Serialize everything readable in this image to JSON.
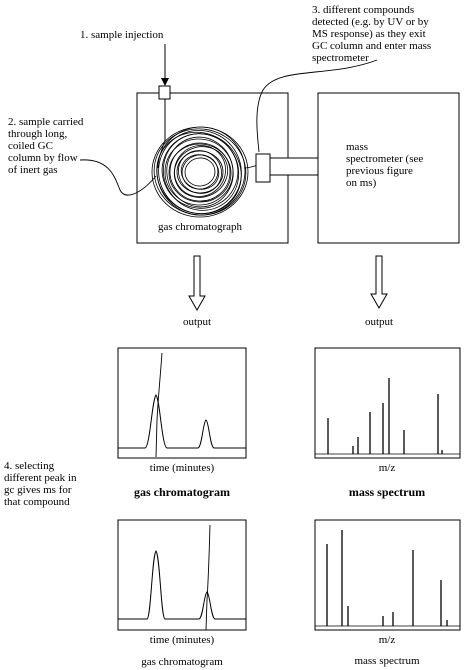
{
  "callouts": {
    "step1": "1. sample injection",
    "step2": [
      "2. sample carried",
      "through long,",
      "coiled GC",
      "column by flow",
      "of inert gas"
    ],
    "step3": [
      "3. different compounds",
      "detected (e.g. by UV or by",
      "MS response) as they exit",
      "GC column and enter mass",
      "spectrometer"
    ],
    "step4": [
      "4.  selecting",
      "different peak in",
      "gc gives ms for",
      "that compound"
    ]
  },
  "gc_box": {
    "label": "gas chromatograph"
  },
  "ms_box": {
    "label": [
      "mass",
      "spectrometer (see",
      "previous figure",
      "on ms)"
    ]
  },
  "outputs": {
    "left": "output",
    "right": "output"
  },
  "panels": {
    "gc_top": {
      "xlabel": "time (minutes)",
      "caption": "gas chromatogram"
    },
    "ms_top": {
      "xlabel": "m/z",
      "caption": "mass spectrum"
    },
    "gc_bottom": {
      "xlabel": "time (minutes)",
      "caption": "gas chromatogram"
    },
    "ms_bottom": {
      "xlabel": "m/z",
      "caption": "mass spectrum"
    }
  },
  "colors": {
    "ink": "#000000",
    "background": "#ffffff"
  }
}
